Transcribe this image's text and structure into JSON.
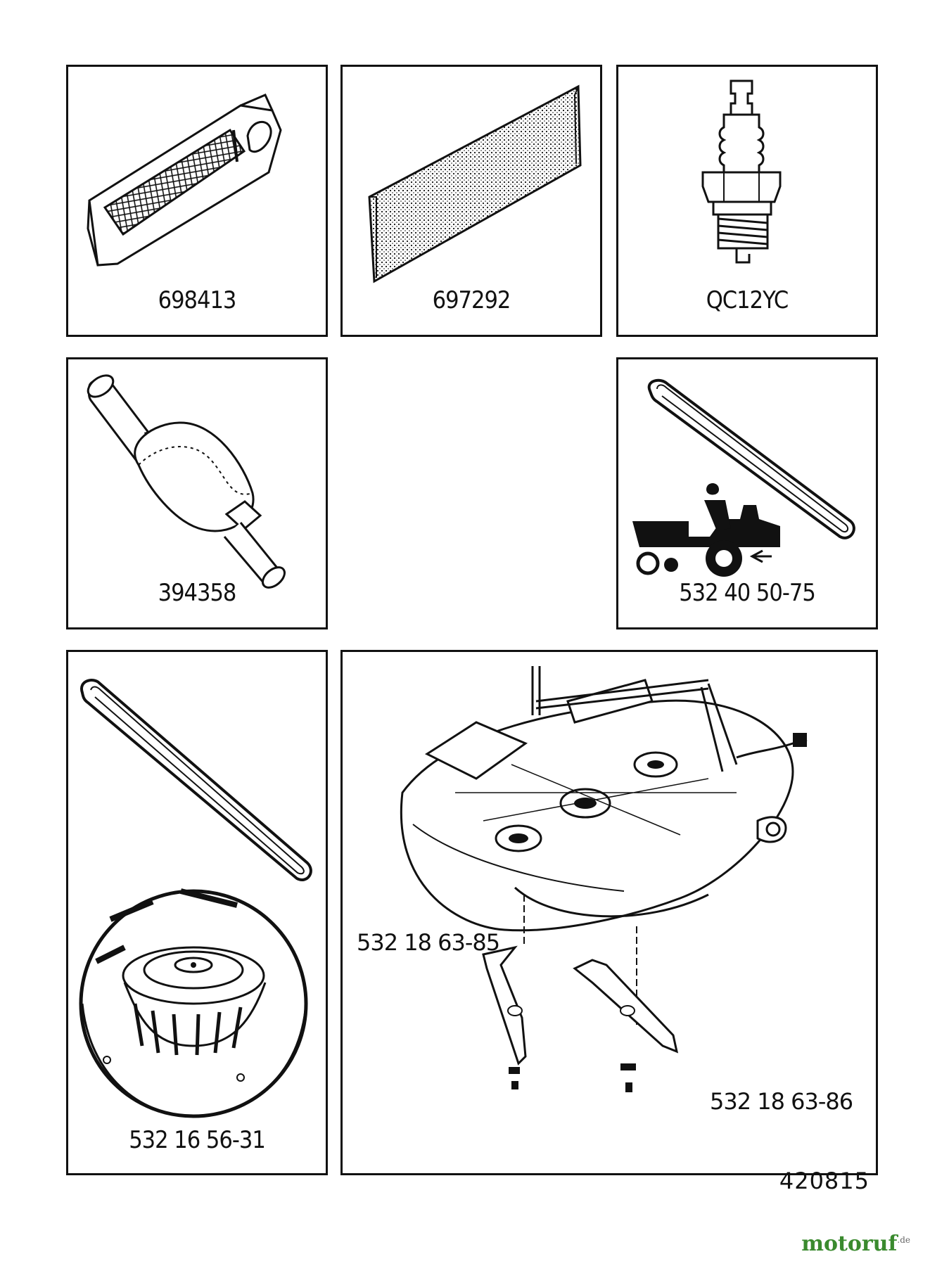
{
  "panels": {
    "air_filter": {
      "label": "698413",
      "icon": "air-filter-icon"
    },
    "pre_filter": {
      "label": "697292",
      "icon": "foam-pre-filter-icon"
    },
    "spark_plug": {
      "label": "QC12YC",
      "icon": "spark-plug-icon"
    },
    "fuel_filter": {
      "label": "394358",
      "icon": "fuel-filter-icon"
    },
    "drive_belt": {
      "label": "532 40 50-75",
      "icon": "drive-belt-tractor-icon"
    },
    "deck_belt_pulley": {
      "label": "532 16 56-31",
      "icon": "belt-and-pulley-icon"
    },
    "mower_deck": {
      "blade_left_label": "532 18 63-85",
      "blade_right_label": "532 18 63-86",
      "icon": "mower-deck-icon"
    }
  },
  "diagram_code": "420815",
  "watermark": {
    "text": "motoruf",
    "suffix": ".de"
  },
  "colors": {
    "line": "#111111",
    "background": "#ffffff",
    "brand_green": "#3a8a2e",
    "brand_orange": "#e07b1a"
  }
}
